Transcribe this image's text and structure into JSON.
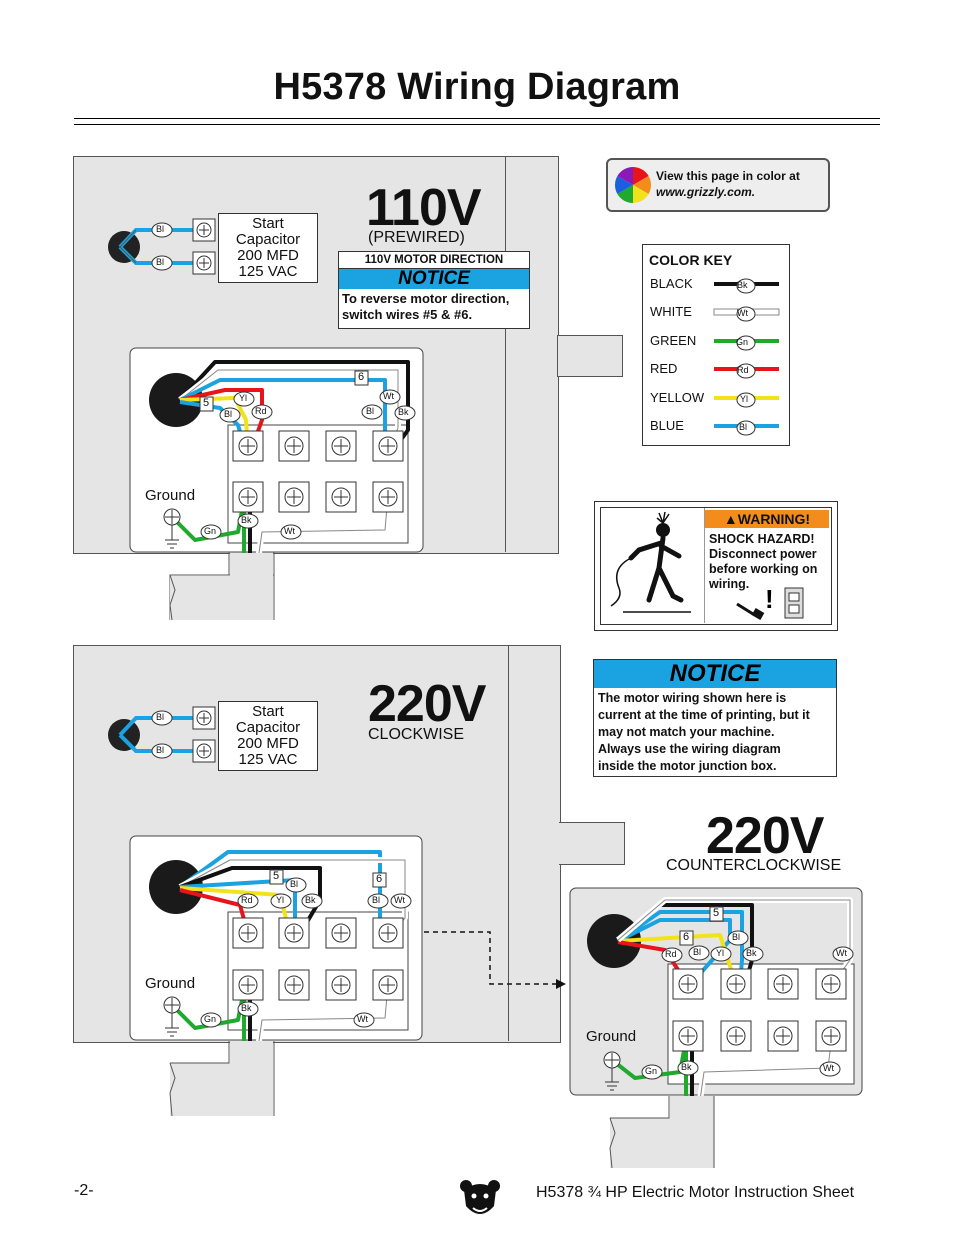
{
  "title": "H5378 Wiring Diagram",
  "color_note": {
    "line1": "View this page in color at",
    "line2": "www.grizzly.com."
  },
  "capacitor": {
    "l1": "Start",
    "l2": "Capacitor",
    "l3": "200 MFD",
    "l4": "125 VAC"
  },
  "v110": {
    "heading": "110V",
    "sub": "(PREWIRED)"
  },
  "direction_notice": {
    "header": "110V MOTOR DIRECTION",
    "bar": "NOTICE",
    "text_l1": "To reverse motor direction,",
    "text_l2": "switch wires #5 & #6."
  },
  "color_key": {
    "title": "COLOR KEY",
    "items": [
      {
        "name": "BLACK",
        "abbr": "Bk",
        "color": "#111111"
      },
      {
        "name": "WHITE",
        "abbr": "Wt",
        "color": "#ffffff"
      },
      {
        "name": "GREEN",
        "abbr": "Gn",
        "color": "#1faa2e"
      },
      {
        "name": "RED",
        "abbr": "Rd",
        "color": "#e8141b"
      },
      {
        "name": "YELLOW",
        "abbr": "Yl",
        "color": "#f2e21a"
      },
      {
        "name": "BLUE",
        "abbr": "Bl",
        "color": "#1aa3e0"
      }
    ]
  },
  "warning": {
    "header": "WARNING!",
    "l1": "SHOCK HAZARD!",
    "l2": "Disconnect power",
    "l3": "before working on",
    "l4": "wiring."
  },
  "notice2": {
    "bar": "NOTICE",
    "l1": "The motor wiring shown here is",
    "l2": "current at the time of printing, but it",
    "l3": "may not match your machine.",
    "l4": "Always use the wiring diagram",
    "l5": "inside the motor junction box."
  },
  "cw": {
    "heading": "220V",
    "sub": "CLOCKWISE"
  },
  "ccw": {
    "heading": "220V",
    "sub": "COUNTERCLOCKWISE"
  },
  "labels": {
    "ground": "Ground",
    "bl": "Bl",
    "bk": "Bk",
    "wt": "Wt",
    "gn": "Gn",
    "rd": "Rd",
    "yl": "Yl",
    "n5": "5",
    "n6": "6"
  },
  "footer": {
    "page": "-2-",
    "title": "H5378 ¾ HP Electric Motor Instruction Sheet"
  }
}
